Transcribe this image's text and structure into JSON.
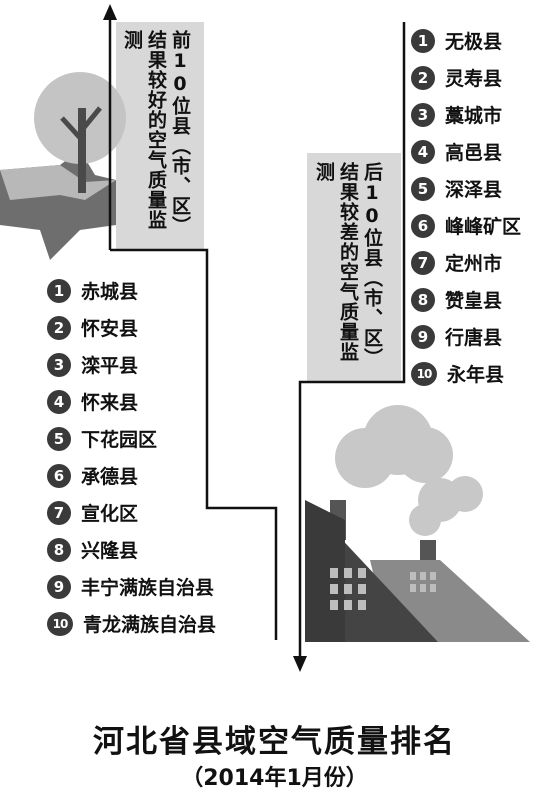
{
  "left_block": {
    "label": "前10位县（市、区）结果较好的空气质量监测",
    "items": [
      {
        "rank": "1",
        "name": "赤城县"
      },
      {
        "rank": "2",
        "name": "怀安县"
      },
      {
        "rank": "3",
        "name": "滦平县"
      },
      {
        "rank": "4",
        "name": "怀来县"
      },
      {
        "rank": "5",
        "name": "下花园区"
      },
      {
        "rank": "6",
        "name": "承德县"
      },
      {
        "rank": "7",
        "name": "宣化区"
      },
      {
        "rank": "8",
        "name": "兴隆县"
      },
      {
        "rank": "9",
        "name": "丰宁满族自治县"
      },
      {
        "rank": "10",
        "name": "青龙满族自治县"
      }
    ]
  },
  "right_block": {
    "label": "后10位县（市、区）结果较差的空气质量监测",
    "items": [
      {
        "rank": "1",
        "name": "无极县"
      },
      {
        "rank": "2",
        "name": "灵寿县"
      },
      {
        "rank": "3",
        "name": "藁城市"
      },
      {
        "rank": "4",
        "name": "高邑县"
      },
      {
        "rank": "5",
        "name": "深泽县"
      },
      {
        "rank": "6",
        "name": "峰峰矿区"
      },
      {
        "rank": "7",
        "name": "定州市"
      },
      {
        "rank": "8",
        "name": "赞皇县"
      },
      {
        "rank": "9",
        "name": "行唐县"
      },
      {
        "rank": "10",
        "name": "永年县"
      }
    ]
  },
  "title": "河北省县域空气质量排名",
  "subtitle": "（2014年1月份）"
}
